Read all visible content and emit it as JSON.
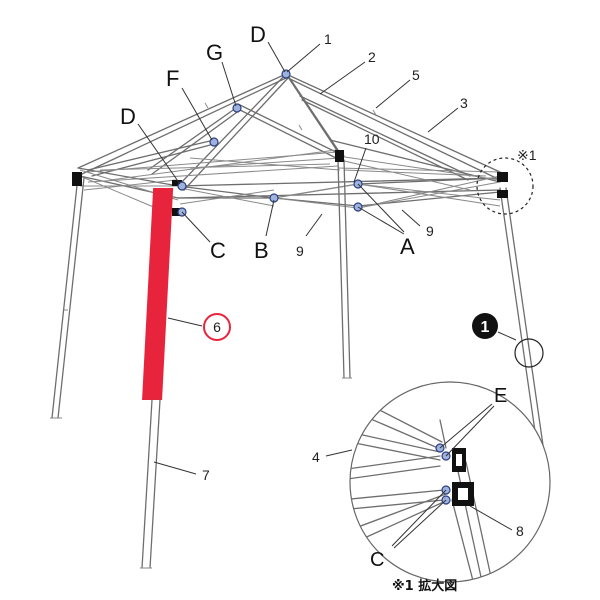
{
  "parts": {
    "n1": "1",
    "n2": "2",
    "n3": "3",
    "n4": "4",
    "n5": "5",
    "n6": "6",
    "n7": "7",
    "n8": "8",
    "n9a": "9",
    "n9b": "9",
    "n10": "10"
  },
  "joints": {
    "A": "A",
    "B": "B",
    "C": "C",
    "C_detail": "C",
    "D_top": "D",
    "D_side": "D",
    "E": "E",
    "F": "F",
    "G": "G"
  },
  "markers": {
    "detail_ref": "※1",
    "step_number": "1"
  },
  "detail": {
    "caption": "※1 拡大図"
  },
  "colors": {
    "highlight": "#e8243c",
    "joint_fill": "#9fb2dd",
    "frame": "#6e6e6e"
  }
}
